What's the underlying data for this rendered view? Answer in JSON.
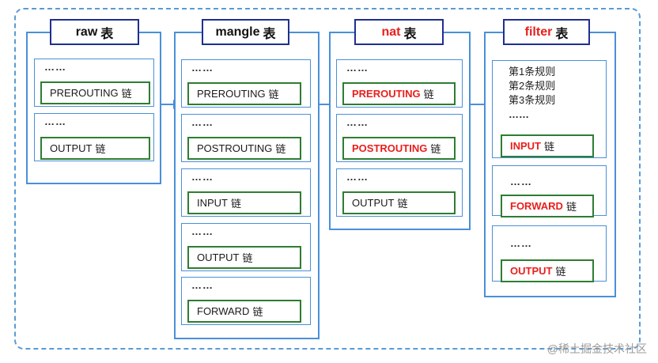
{
  "colors": {
    "table_border": "#4a90d9",
    "title_border": "#1f2f8f",
    "chain_border": "#2e7d32",
    "highlight_text": "#e8201c",
    "outer_dashed": "#5a9bd5"
  },
  "tables": {
    "raw": {
      "name": "raw",
      "suffix": "表",
      "chains": [
        {
          "dots": "……",
          "name": "PREROUTING",
          "suffix": "链"
        },
        {
          "dots": "……",
          "name": "OUTPUT",
          "suffix": "链"
        }
      ]
    },
    "mangle": {
      "name": "mangle",
      "suffix": "表",
      "chains": [
        {
          "dots": "……",
          "name": "PREROUTING",
          "suffix": "链"
        },
        {
          "dots": "……",
          "name": "POSTROUTING",
          "suffix": "链"
        },
        {
          "dots": "……",
          "name": "INPUT",
          "suffix": "链"
        },
        {
          "dots": "……",
          "name": "OUTPUT",
          "suffix": "链"
        },
        {
          "dots": "……",
          "name": "FORWARD",
          "suffix": "链"
        }
      ]
    },
    "nat": {
      "name": "nat",
      "suffix": "表",
      "chains": [
        {
          "dots": "……",
          "name": "PREROUTING",
          "suffix": "链"
        },
        {
          "dots": "……",
          "name": "POSTROUTING",
          "suffix": "链"
        },
        {
          "dots": "……",
          "name": "OUTPUT",
          "suffix": "链"
        }
      ]
    },
    "filter": {
      "name": "filter",
      "suffix": "表",
      "rules": [
        "第1条规则",
        "第2条规则",
        "第3条规则",
        "……"
      ],
      "chains": [
        {
          "dots": "",
          "name": "INPUT",
          "suffix": "链"
        },
        {
          "dots": "……",
          "name": "FORWARD",
          "suffix": "链"
        },
        {
          "dots": "……",
          "name": "OUTPUT",
          "suffix": "链"
        }
      ]
    }
  },
  "watermark": "@稀土掘金技术社区"
}
